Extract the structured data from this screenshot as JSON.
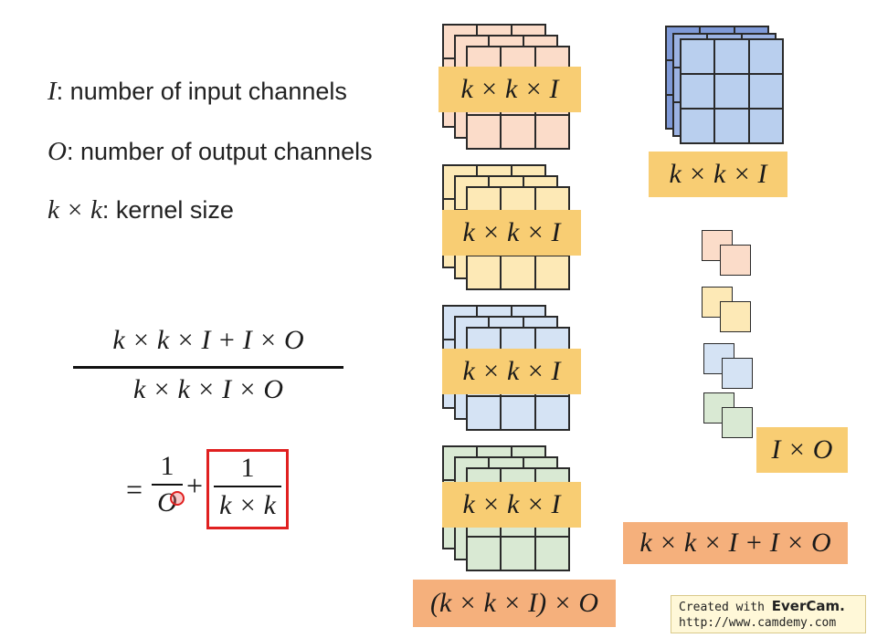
{
  "definitions": {
    "input": {
      "symbol": "I",
      "text": ": number of input channels"
    },
    "output": {
      "symbol": "O",
      "text": ": number of output channels"
    },
    "kernel": {
      "symbol": "k × k",
      "text": ": kernel size"
    }
  },
  "ratio": {
    "numerator": "k × k × I + I × O",
    "denominator": "k × k × I × O"
  },
  "simplified": {
    "equals": "=",
    "term1_num": "1",
    "term1_den": "O",
    "plus": "+",
    "term2_num": "1",
    "term2_den": "k × k"
  },
  "standard_conv": {
    "kernel_labels": [
      "k × k × I",
      "k × k × I",
      "k × k × I",
      "k × k × I"
    ],
    "total_label": "(k × k × I) × O"
  },
  "depthwise_separable": {
    "depthwise_label": "k × k × I",
    "pointwise_label": "I × O",
    "total_label": "k × k × I + I × O"
  },
  "watermark": {
    "line1_prefix": "Created with ",
    "brand": "EverCam.",
    "line2": "http://www.camdemy.com"
  },
  "colors": {
    "peach": "#fbdcc9",
    "yellow": "#fde9b6",
    "blue": "#d5e3f4",
    "green": "#d9e9d3",
    "dark_blue": "#7f9ad8",
    "light_blue": "#b9cfee",
    "label": "#f8cd73",
    "total": "#f5b07c",
    "highlight": "#e02020"
  }
}
